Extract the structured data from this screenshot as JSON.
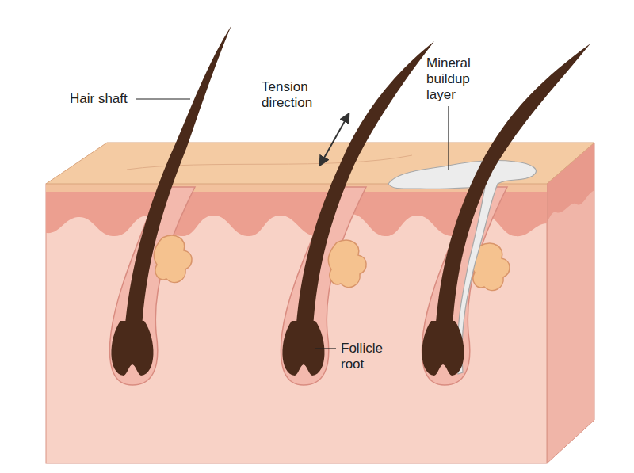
{
  "diagram": {
    "labels": [
      "Hair shaft",
      "Tension direction",
      "Mineral buildup layer",
      "Follicle root"
    ]
  }
}
